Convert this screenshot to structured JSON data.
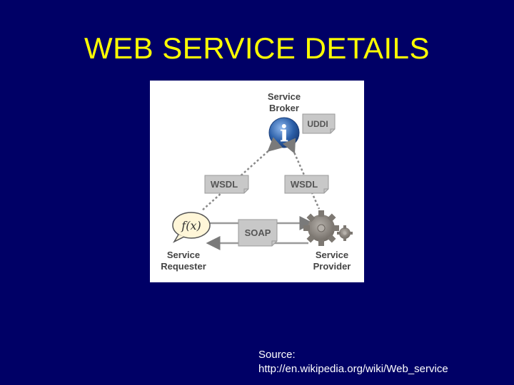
{
  "slide": {
    "title": "WEB SERVICE DETAILS",
    "source_line1": "Source:",
    "source_line2": "http://en.wikipedia.org/wiki/Web_service"
  },
  "diagram": {
    "broker_line1": "Service",
    "broker_line2": "Broker",
    "uddi": "UDDI",
    "wsdl_left": "WSDL",
    "wsdl_right": "WSDL",
    "soap": "SOAP",
    "fx": "f(x)",
    "requester_line1": "Service",
    "requester_line2": "Requester",
    "provider_line1": "Service",
    "provider_line2": "Provider",
    "info_symbol": "i"
  },
  "colors": {
    "background": "#000066",
    "title": "#ffff00",
    "source_text": "#ffffff",
    "diagram_bg": "#ffffff",
    "info_icon": "#2b5fa8",
    "doc_fill": "#c8c8c8",
    "gear_fill": "#8a8580"
  }
}
